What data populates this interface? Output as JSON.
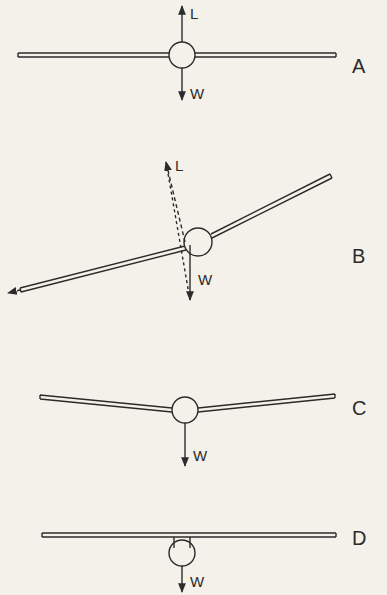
{
  "diagram": {
    "labels": [
      "L",
      "W",
      "A",
      "L",
      "W",
      "B",
      "W",
      "C",
      "W",
      "D"
    ]
  }
}
